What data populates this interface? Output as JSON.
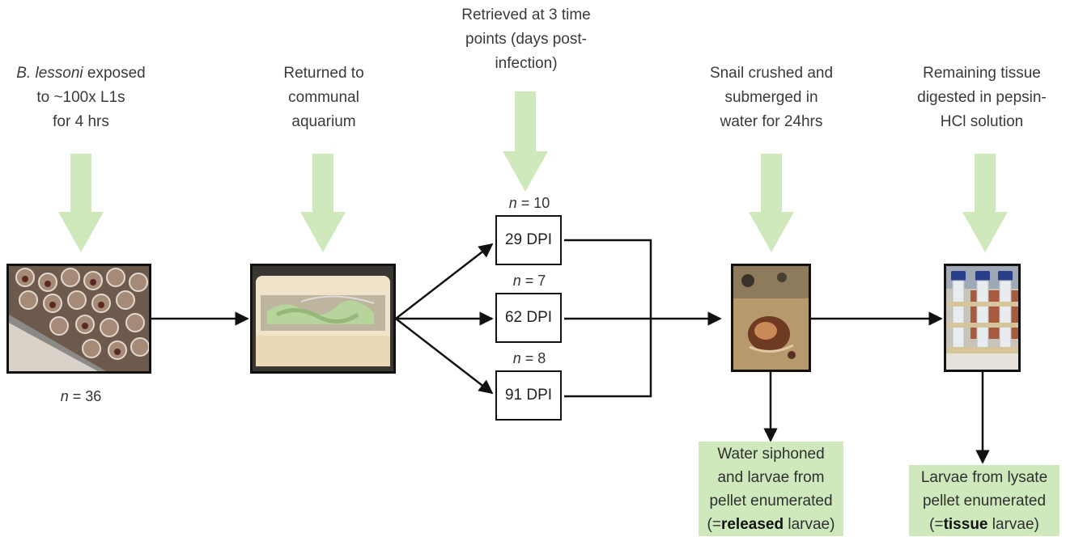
{
  "steps": [
    {
      "lines": [
        "",
        "exposed",
        "to ~100x L1s",
        "for 4 hrs"
      ],
      "italic_lead": "B. lessoni",
      "count_prefix": "n",
      "count_value": "= 36"
    },
    {
      "lines": [
        "Returned to",
        "communal",
        "aquarium"
      ]
    },
    {
      "lines": [
        "Retrieved at 3 time",
        "points (days post-",
        "infection)"
      ]
    },
    {
      "lines": [
        "Snail crushed and",
        "submerged in",
        "water for 24hrs"
      ]
    },
    {
      "lines": [
        "Remaining tissue",
        "digested in pepsin-",
        "HCl solution"
      ]
    }
  ],
  "timepoints": [
    {
      "label": "29 DPI",
      "count_prefix": "n",
      "count_value": "= 10"
    },
    {
      "label": "62 DPI",
      "count_prefix": "n",
      "count_value": "= 7"
    },
    {
      "label": "91 DPI",
      "count_prefix": "n",
      "count_value": "= 8"
    }
  ],
  "results": [
    {
      "lines": [
        "Water siphoned",
        "and larvae from",
        "pellet enumerated"
      ],
      "last_prefix": "(=",
      "last_bold": "released",
      "last_suffix": " larvae)"
    },
    {
      "lines": [
        "Larvae from lysate",
        "pellet enumerated"
      ],
      "last_prefix": "(=",
      "last_bold": "tissue",
      "last_suffix": " larvae)"
    }
  ],
  "colors": {
    "green_arrow": "#cfe9bd",
    "result_box": "#cfe9bd",
    "line": "#111111"
  }
}
